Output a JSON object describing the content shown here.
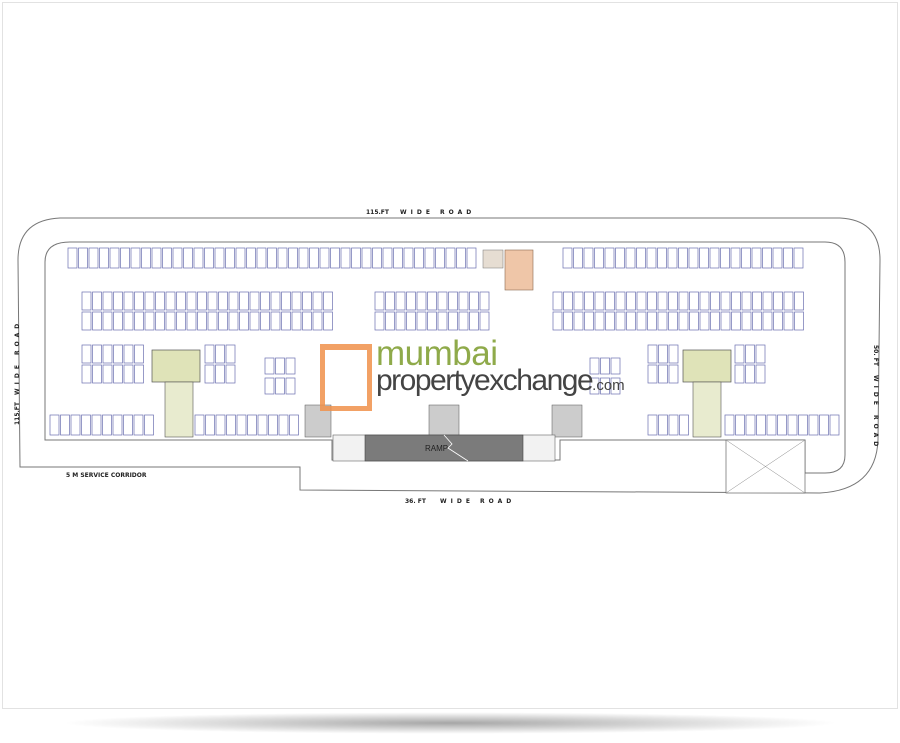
{
  "plan": {
    "road_top": {
      "width": "115.FT",
      "name": "WIDE ROAD"
    },
    "road_left": {
      "width": "115.FT",
      "name": "WIDE ROAD"
    },
    "road_right": {
      "width": "50. FT",
      "name": "WIDE ROAD"
    },
    "road_bottom": {
      "width": "36. FT",
      "name": "WIDE ROAD"
    },
    "service_corridor": "5 M SERVICE CORRIDOR",
    "ramp_label": "RAMP",
    "colors": {
      "stall": "#6b6fb0",
      "tower": "#dfe3b8",
      "ramp": "#7b7b7b",
      "office": "#efc6a8"
    }
  },
  "watermark": {
    "line1": "mumbai",
    "line2": "propertyexchange",
    "suffix": ".com",
    "accent": "#f0904a"
  }
}
